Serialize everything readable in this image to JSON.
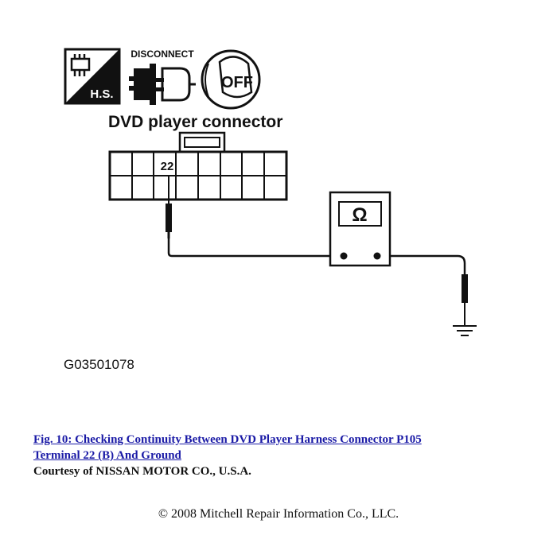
{
  "icons": {
    "hs_label": "H.S.",
    "disconnect_label": "DISCONNECT",
    "off_label": "OFF"
  },
  "diagram": {
    "connector_title": "DVD player connector",
    "terminal_number": "22",
    "meter_symbol": "Ω",
    "figure_code": "G03501078"
  },
  "caption": {
    "line1": "Fig. 10: Checking Continuity Between DVD Player Harness Connector P105",
    "line2": "Terminal 22 (B) And Ground",
    "courtesy": "Courtesy of NISSAN MOTOR CO., U.S.A."
  },
  "footer": {
    "copyright": "© 2008 Mitchell Repair Information Co., LLC."
  },
  "colors": {
    "ink": "#111111",
    "link": "#1a1aa6"
  }
}
